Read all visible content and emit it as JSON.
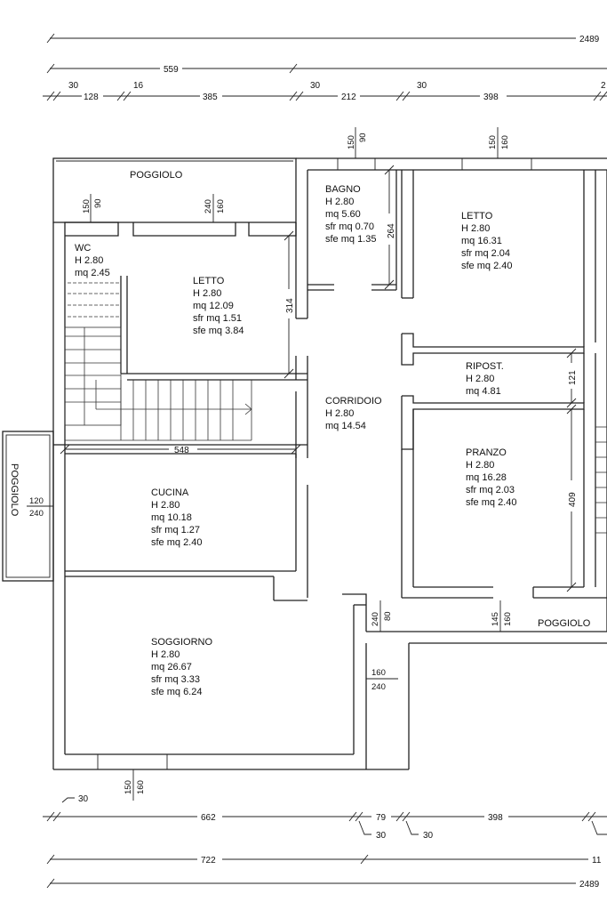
{
  "rooms": [
    {
      "id": "poggiolo-top",
      "lines": [
        "POGGIOLO"
      ]
    },
    {
      "id": "bagno",
      "lines": [
        "BAGNO",
        "H 2.80",
        "mq 5.60",
        "sfr mq 0.70",
        "sfe mq 1.35"
      ]
    },
    {
      "id": "letto-right",
      "lines": [
        "LETTO",
        "H 2.80",
        "mq 16.31",
        "sfr mq 2.04",
        "sfe mq 2.40"
      ]
    },
    {
      "id": "wc",
      "lines": [
        "WC",
        "H 2.80",
        "mq 2.45"
      ]
    },
    {
      "id": "letto-left",
      "lines": [
        "LETTO",
        "H 2.80",
        "mq 12.09",
        "sfr mq 1.51",
        "sfe mq 3.84"
      ]
    },
    {
      "id": "ripost",
      "lines": [
        "RIPOST.",
        "H 2.80",
        "mq 4.81"
      ]
    },
    {
      "id": "corridoio",
      "lines": [
        "CORRIDOIO",
        "H 2.80",
        "mq 14.54"
      ]
    },
    {
      "id": "pranzo",
      "lines": [
        "PRANZO",
        "H 2.80",
        "mq 16.28",
        "sfr mq 2.03",
        "sfe mq 2.40"
      ]
    },
    {
      "id": "cucina",
      "lines": [
        "CUCINA",
        "H 2.80",
        "mq 10.18",
        "sfr mq 1.27",
        "sfe mq 2.40"
      ]
    },
    {
      "id": "soggiorno",
      "lines": [
        "SOGGIORNO",
        "H 2.80",
        "mq 26.67",
        "sfr mq 3.33",
        "sfe mq 6.24"
      ]
    },
    {
      "id": "poggiolo-bottom",
      "lines": [
        "POGGIOLO"
      ]
    },
    {
      "id": "poggiolo-left",
      "lines": [
        "POGGIOLO"
      ]
    }
  ],
  "dimensions": {
    "top_total": "2489",
    "top_559": "559",
    "top_30a": "30",
    "top_128": "128",
    "top_16": "16",
    "top_385": "385",
    "top_30b": "30",
    "top_212": "212",
    "top_30c": "30",
    "top_398": "398",
    "top_tail": "2",
    "bot_30": "30",
    "bot_662": "662",
    "bot_79": "79",
    "bot_30b": "30",
    "bot_30c": "30",
    "bot_398": "398",
    "bot_722": "722",
    "bot_11": "11",
    "bot_total": "2489",
    "inner_548": "548",
    "inner_314": "314",
    "inner_264": "264",
    "inner_121": "121",
    "inner_409": "409"
  },
  "openings": [
    {
      "id": "bagno-win",
      "top": "90",
      "bottom": "150"
    },
    {
      "id": "letto-r-win",
      "top": "160",
      "bottom": "150"
    },
    {
      "id": "pogg-top-a",
      "top": "90",
      "bottom": "150"
    },
    {
      "id": "pogg-top-b",
      "top": "160",
      "bottom": "240"
    },
    {
      "id": "cucina-door",
      "top": "120",
      "bottom": "240"
    },
    {
      "id": "entry",
      "top": "80",
      "bottom": "240"
    },
    {
      "id": "pranzo-door",
      "top": "160",
      "bottom": "145"
    },
    {
      "id": "sogg-door",
      "top": "160",
      "bottom": "240"
    },
    {
      "id": "sogg-win",
      "top": "160",
      "bottom": "150"
    }
  ]
}
